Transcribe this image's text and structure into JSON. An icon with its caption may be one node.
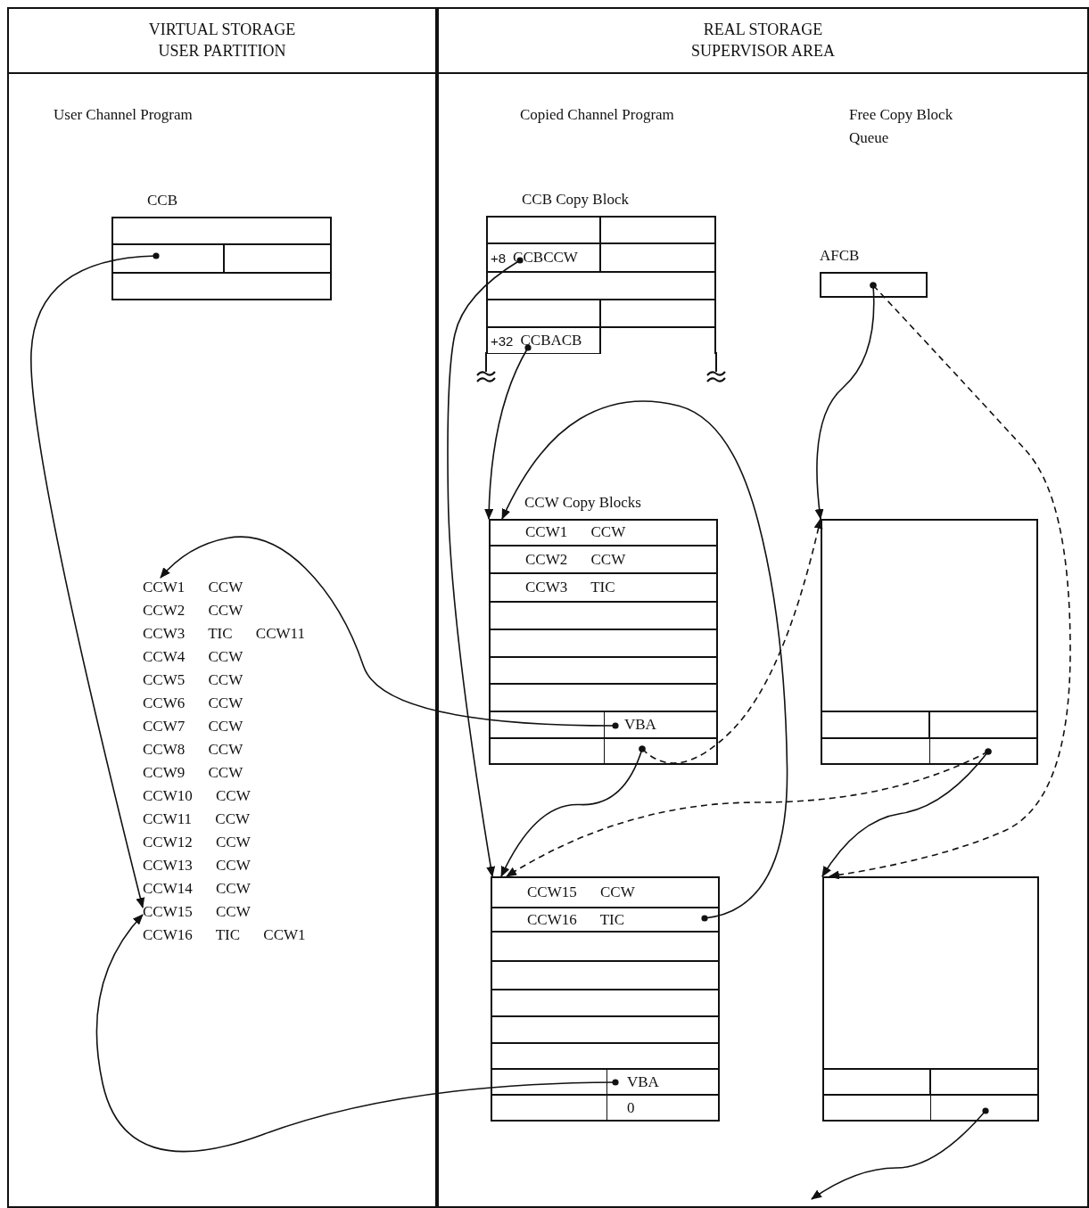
{
  "diagram": {
    "nodes": [
      {
        "text": [
          "VIRTUAL STORAGE USER PARTITION"
        ]
      },
      {
        "text": [
          "REAL STORAGE SUPERVISOR AREA"
        ]
      },
      {
        "text": [
          "CCB"
        ],
        "in": 0
      },
      {
        "text": [
          "CCW1 CCW"
        ],
        "in": 0
      },
      {
        "text": [
          "CCW2 CCW"
        ],
        "in": 0
      },
      {
        "text": [
          "CCW3 TIC CCW11"
        ],
        "in": 0
      },
      {
        "text": [
          "CCW4 CCW"
        ],
        "in": 0
      },
      {
        "text": [
          "CCW5 CCW"
        ],
        "in": 0
      },
      {
        "text": [
          "CCW6 CCW"
        ],
        "in": 0
      },
      {
        "text": [
          "CCW7 CCW"
        ],
        "in": 0
      },
      {
        "text": [
          "CCW8 CCW"
        ],
        "in": 0
      },
      {
        "text": [
          "CCW9 CCW"
        ],
        "in": 0
      },
      {
        "text": [
          "CCW10 CCW"
        ],
        "in": 0
      },
      {
        "text": [
          "CCW11 CCW"
        ],
        "in": 0
      },
      {
        "text": [
          "CCW12 CCW"
        ],
        "in": 0
      },
      {
        "text": [
          "CCW13 CCW"
        ],
        "in": 0
      },
      {
        "text": [
          "CCW14 CCW"
        ],
        "in": 0
      },
      {
        "text": [
          "CCW15 CCW"
        ],
        "in": 0
      },
      {
        "text": [
          "CCW16 TIC CCW1"
        ],
        "in": 0
      },
      {
        "text": [
          "CCB Copy Block"
        ],
        "in": 1
      },
      {
        "text": [
          "+8",
          "CCBCCW"
        ],
        "in": 19
      },
      {
        "text": [
          "+32",
          "CCBACB"
        ],
        "in": 19
      },
      {
        "text": [
          "AFCB"
        ],
        "in": 1
      },
      {
        "text": [
          "CCW Copy Blocks"
        ],
        "in": 1
      },
      {
        "text": [
          "CCW1 CCW"
        ],
        "in": 23
      },
      {
        "text": [
          "CCW2 CCW"
        ],
        "in": 23
      },
      {
        "text": [
          "CCW3 TIC"
        ],
        "in": 23
      },
      {
        "text": [
          "VBA"
        ],
        "in": 23
      },
      {
        "text": [],
        "shape": "box",
        "in": 23
      },
      {
        "text": [],
        "shape": "box",
        "in": 1
      },
      {
        "text": [],
        "shape": "box",
        "in": 29
      },
      {
        "text": [],
        "shape": "box",
        "in": 1
      },
      {
        "text": [
          "CCW15 CCW"
        ],
        "in": 31
      },
      {
        "text": [
          "CCW16 TIC"
        ],
        "in": 31
      },
      {
        "text": [
          "VBA"
        ],
        "in": 31
      },
      {
        "text": [
          "0"
        ],
        "in": 31
      },
      {
        "text": [],
        "shape": "box",
        "in": 1
      },
      {
        "text": [],
        "shape": "box",
        "in": 36
      }
    ],
    "edges": [
      {
        "from": 2,
        "to": 17,
        "arrow": "to"
      },
      {
        "from": 20,
        "to": 31,
        "arrow": "to"
      },
      {
        "from": 21,
        "to": 23,
        "arrow": "to"
      },
      {
        "from": 27,
        "to": 3,
        "arrow": "to"
      },
      {
        "from": 28,
        "to": 31,
        "arrow": "to"
      },
      {
        "from": 28,
        "to": 29,
        "arrow": "to",
        "style": "dashed"
      },
      {
        "from": 33,
        "to": 23,
        "arrow": "to"
      },
      {
        "from": 34,
        "to": 17,
        "arrow": "to"
      },
      {
        "from": 22,
        "to": 29,
        "arrow": "to"
      },
      {
        "from": 22,
        "to": 36,
        "arrow": "to",
        "style": "dashed"
      },
      {
        "from": 30,
        "to": 31,
        "arrow": "to",
        "style": "dashed"
      },
      {
        "from": 30,
        "to": 36,
        "arrow": "to"
      },
      {
        "from": 37,
        "to": null,
        "arrow": "to"
      }
    ],
    "labels": [
      "User Channel Program",
      "Copied Channel Program",
      "Free Copy Block Queue"
    ]
  }
}
